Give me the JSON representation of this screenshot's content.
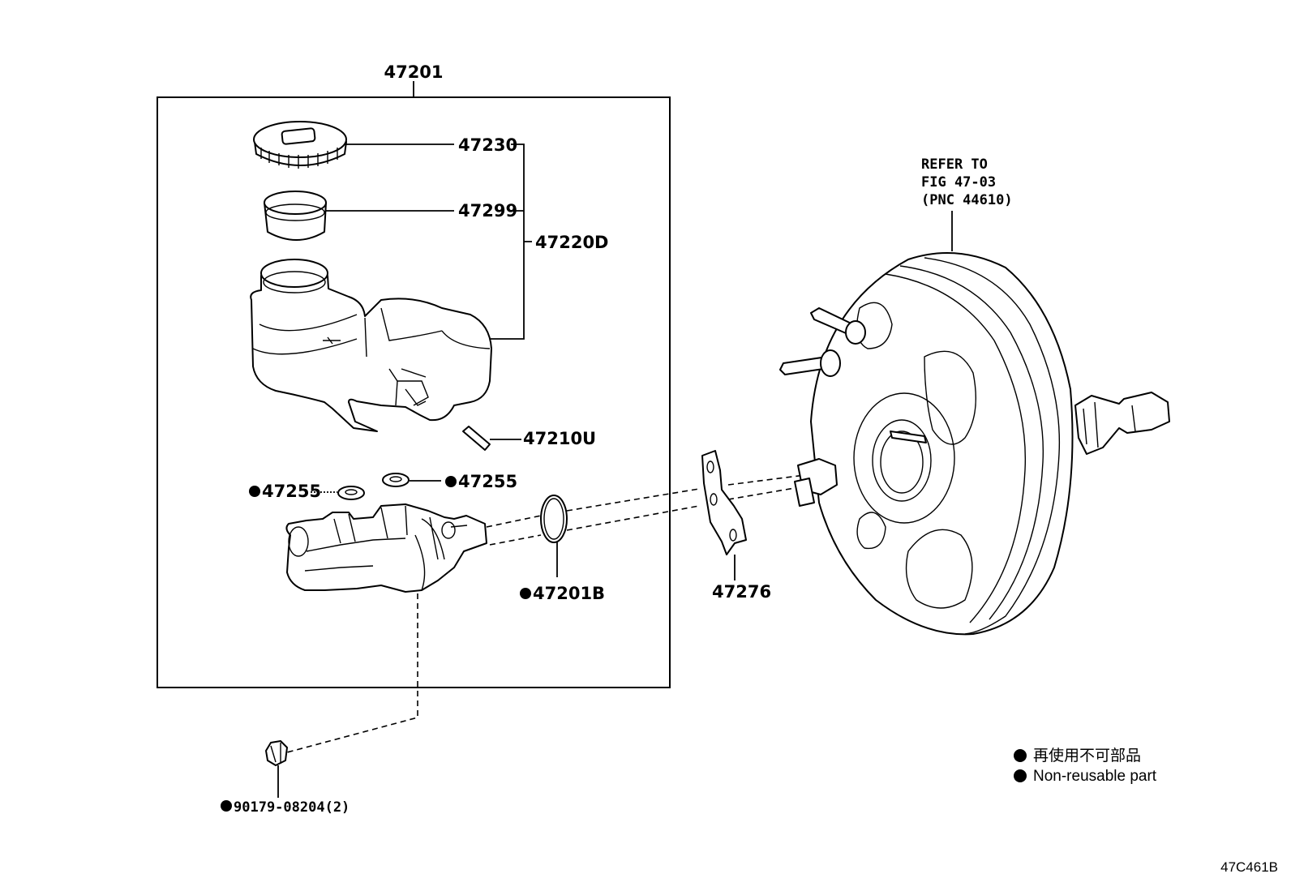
{
  "labels": {
    "assembly": "47201",
    "cap": "47230",
    "strainer": "47299",
    "reservoir_set": "47220D",
    "pin": "47210U",
    "grommet_left": "47255",
    "grommet_right": "47255",
    "o_ring": "47201B",
    "gasket": "47276",
    "nut": "90179-08204(2)"
  },
  "reference": {
    "line1": "REFER TO",
    "line2": "FIG 47-03",
    "line3": "(PNC 44610)"
  },
  "legend": {
    "japanese": "再使用不可部品",
    "english": "Non-reusable part"
  },
  "figure_id": "47C461B",
  "colors": {
    "ink": "#000000",
    "paper": "#ffffff"
  }
}
